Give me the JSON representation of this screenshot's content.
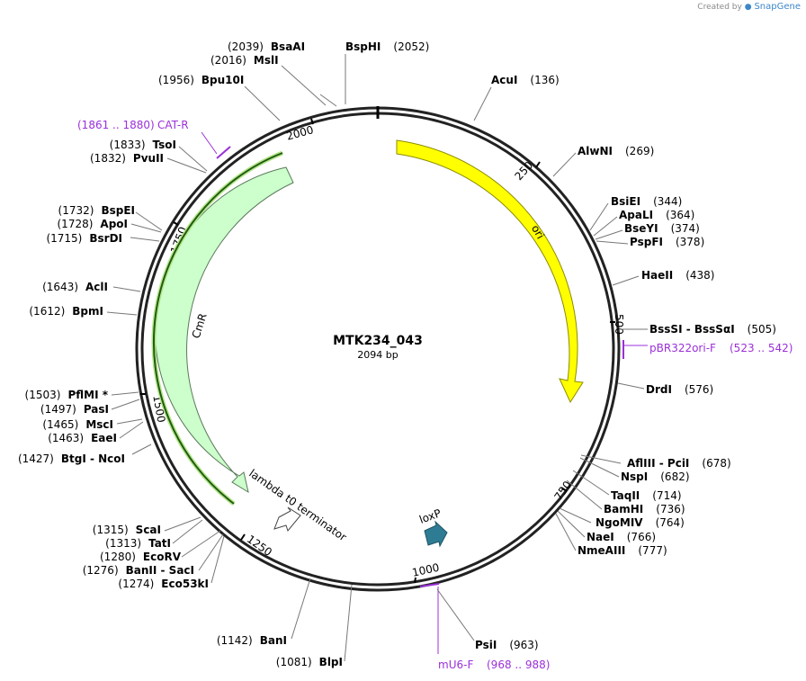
{
  "credit": {
    "prefix": "Created by",
    "brand": "SnapGene"
  },
  "plasmid": {
    "name": "MTK234_043",
    "length_label": "2094 bp",
    "length": 2094
  },
  "ticks": [
    "250",
    "500",
    "750",
    "1000",
    "1250",
    "1500",
    "1750",
    "2000"
  ],
  "features": [
    {
      "name": "ori",
      "color": "#ffff00",
      "stroke": "#999900"
    },
    {
      "name": "CmR",
      "color": "#ccffcc",
      "stroke": "#669966"
    },
    {
      "name": "lambda t0 terminator",
      "color": "#ffffff",
      "stroke": "#555555"
    },
    {
      "name": "loxP",
      "color": "#2e7c94",
      "stroke": "#1e5566"
    }
  ],
  "enzymes_right": [
    {
      "name": "AcuI",
      "pos": "(136)"
    },
    {
      "name": "AlwNI",
      "pos": "(269)"
    },
    {
      "name": "BsiEI",
      "pos": "(344)"
    },
    {
      "name": "ApaLI",
      "pos": "(364)"
    },
    {
      "name": "BseYI",
      "pos": "(374)"
    },
    {
      "name": "PspFI",
      "pos": "(378)"
    },
    {
      "name": "HaeII",
      "pos": "(438)"
    },
    {
      "name": "BssSI  -  BssSαI",
      "pos": "(505)"
    },
    {
      "name": "DrdI",
      "pos": "(576)"
    },
    {
      "name": "AflIII  -  PciI",
      "pos": "(678)"
    },
    {
      "name": "NspI",
      "pos": "(682)"
    },
    {
      "name": "TaqII",
      "pos": "(714)"
    },
    {
      "name": "BamHI",
      "pos": "(736)"
    },
    {
      "name": "NgoMIV",
      "pos": "(764)"
    },
    {
      "name": "NaeI",
      "pos": "(766)"
    },
    {
      "name": "NmeAIII",
      "pos": "(777)"
    },
    {
      "name": "PsiI",
      "pos": "(963)"
    }
  ],
  "enzymes_top": [
    {
      "name": "BsaAI",
      "pos": "(2039)"
    },
    {
      "name": "MslI",
      "pos": "(2016)"
    },
    {
      "name": "BspHI",
      "pos": "(2052)"
    },
    {
      "name": "Bpu10I",
      "pos": "(1956)"
    }
  ],
  "enzymes_left": [
    {
      "name": "TsoI",
      "pos": "(1833)"
    },
    {
      "name": "PvuII",
      "pos": "(1832)"
    },
    {
      "name": "BspEI",
      "pos": "(1732)"
    },
    {
      "name": "ApoI",
      "pos": "(1728)"
    },
    {
      "name": "BsrDI",
      "pos": "(1715)"
    },
    {
      "name": "AclI",
      "pos": "(1643)"
    },
    {
      "name": "BpmI",
      "pos": "(1612)"
    },
    {
      "name": "PflMI *",
      "pos": "(1503)"
    },
    {
      "name": "PasI",
      "pos": "(1497)"
    },
    {
      "name": "MscI",
      "pos": "(1465)"
    },
    {
      "name": "EaeI",
      "pos": "(1463)"
    },
    {
      "name": "BtgI  -  NcoI",
      "pos": "(1427)"
    },
    {
      "name": "ScaI",
      "pos": "(1315)"
    },
    {
      "name": "TatI",
      "pos": "(1313)"
    },
    {
      "name": "EcoRV",
      "pos": "(1280)"
    },
    {
      "name": "BanII  -  SacI",
      "pos": "(1276)"
    },
    {
      "name": "Eco53kI",
      "pos": "(1274)"
    },
    {
      "name": "BanI",
      "pos": "(1142)"
    },
    {
      "name": "BlpI",
      "pos": "(1081)"
    }
  ],
  "primers": [
    {
      "name": "CAT-R",
      "range": "(1861 .. 1880)"
    },
    {
      "name": "pBR322ori-F",
      "range": "(523 .. 542)"
    },
    {
      "name": "mU6-F",
      "range": "(968 .. 988)"
    }
  ]
}
